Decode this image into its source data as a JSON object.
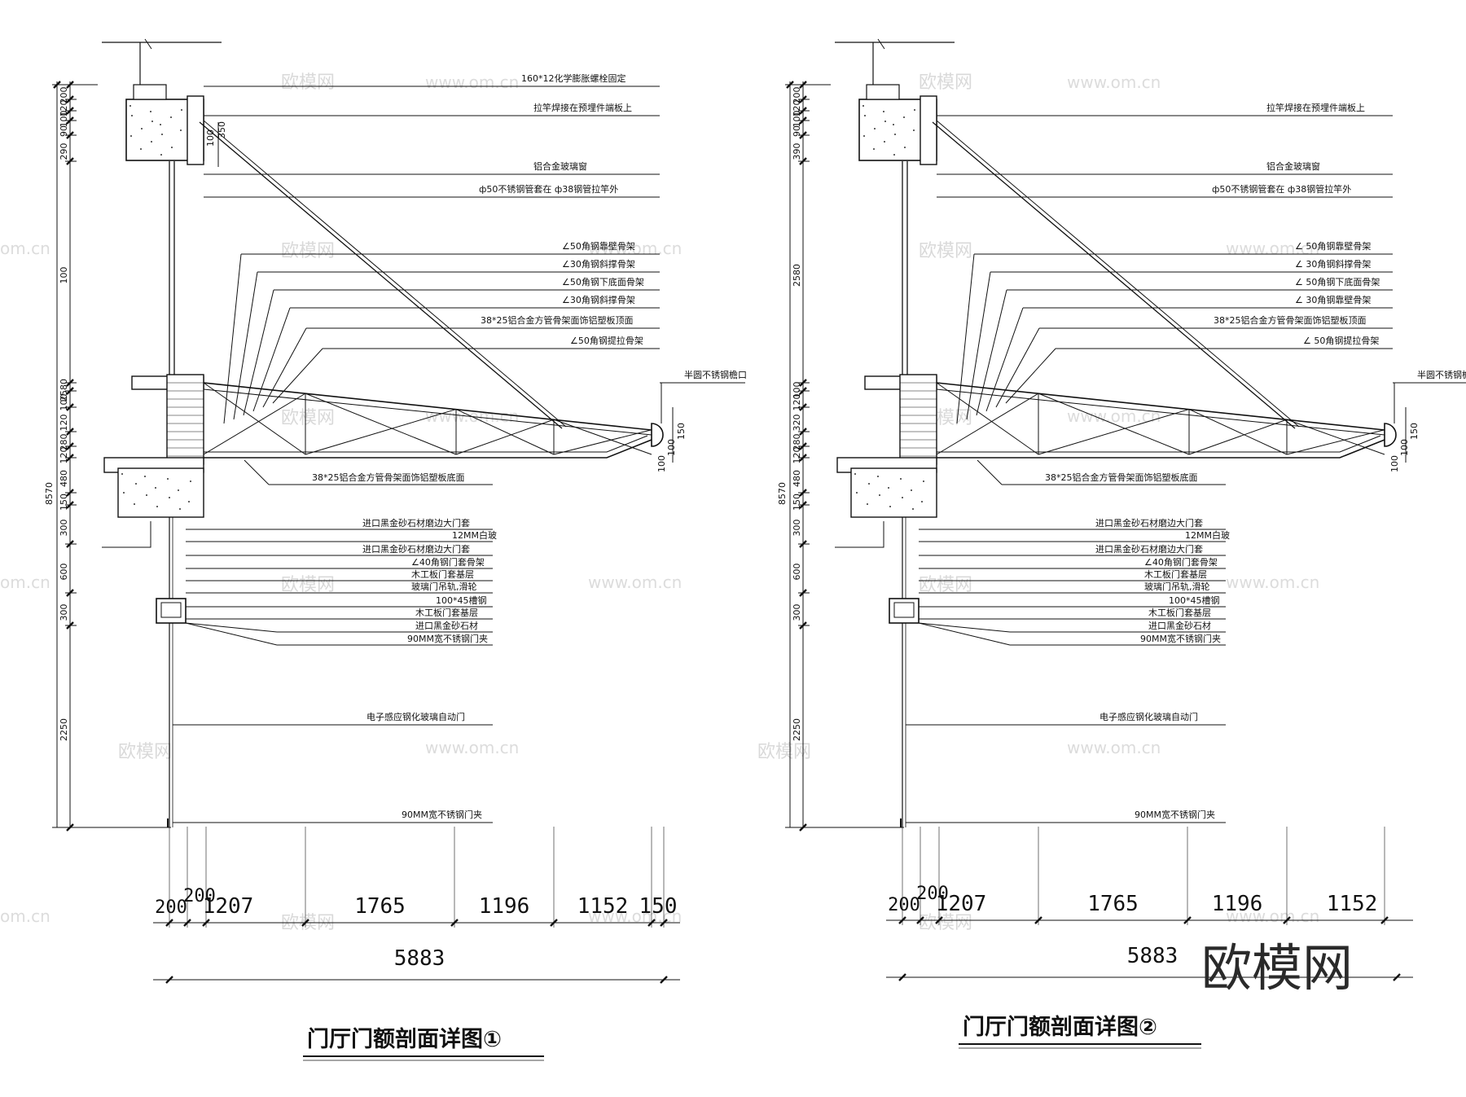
{
  "drawings": [
    {
      "title": "门厅门额剖面详图①",
      "overall_height": "8570",
      "vdims_a": [
        "200",
        "120",
        "100",
        "90",
        "290",
        "100",
        "2580",
        "100",
        "120",
        "280",
        "120",
        "480",
        "150",
        "300",
        "600",
        "300",
        "2250"
      ],
      "vdims_b": [
        "100",
        "350"
      ],
      "vdims_c": [
        "150",
        "100",
        "100"
      ],
      "hdims": [
        "200",
        "200",
        "1207",
        "1765",
        "1196",
        "1152",
        "150"
      ],
      "htotal": "5883",
      "annotations_top": [
        "160*12化学膨胀螺栓固定",
        "拉竿焊接在预埋件端板上",
        "铝合金玻璃窗",
        "ф50不锈钢管套在 ф38钢管拉竿外"
      ],
      "annotations_mid": [
        "∠50角钢靠壁骨架",
        "∠30角钢斜撑骨架",
        "∠50角钢下底面骨架",
        "∠30角钢斜撑骨架",
        "38*25铝合金方管骨架面饰铝塑板顶面",
        "∠50角钢提拉骨架"
      ],
      "annotation_tip": "半圆不锈钢檐口",
      "annotation_bottom_face": "38*25铝合金方管骨架面饰铝塑板底面",
      "annotations_lower": [
        "进口黑金砂石材磨边大门套",
        "12MM白玻",
        "进口黑金砂石材磨边大门套",
        "∠40角钢门套骨架",
        "木工板门套基层",
        "玻璃门吊轨,滑轮",
        "100*45槽钢",
        "木工板门套基层",
        "进口黑金砂石材",
        "90MM宽不锈钢门夹"
      ],
      "annotation_door": "电子感应钢化玻璃自动门",
      "annotation_foot": "90MM宽不锈钢门夹"
    },
    {
      "title": "门厅门额剖面详图②",
      "overall_height": "8570",
      "vdims_a": [
        "200",
        "120",
        "100",
        "90",
        "390",
        "2580",
        "100",
        "120",
        "320",
        "280",
        "120",
        "480",
        "150",
        "300",
        "600",
        "300",
        "2250"
      ],
      "vdims_c": [
        "150",
        "100",
        "100"
      ],
      "hdims": [
        "200",
        "200",
        "1207",
        "1765",
        "1196",
        "1152"
      ],
      "htotal": "5883",
      "annotations_top": [
        "拉竿焊接在预埋件端板上",
        "铝合金玻璃窗",
        "ф50不锈钢管套在 ф38钢管拉竿外"
      ],
      "annotations_mid": [
        "∠ 50角钢靠壁骨架",
        "∠ 30角钢斜撑骨架",
        "∠ 50角钢下底面骨架",
        "∠ 30角钢靠壁骨架",
        "38*25铝合金方管骨架面饰铝塑板顶面",
        "∠ 50角钢提拉骨架"
      ],
      "annotation_tip": "半圆不锈钢檐口",
      "annotation_bottom_face": "38*25铝合金方管骨架面饰铝塑板底面",
      "annotations_lower": [
        "进口黑金砂石材磨边大门套",
        "12MM白玻",
        "进口黑金砂石材磨边大门套",
        "∠40角钢门套骨架",
        "木工板门套基层",
        "玻璃门吊轨,滑轮",
        "100*45槽钢",
        "木工板门套基层",
        "进口黑金砂石材",
        "90MM宽不锈钢门夹"
      ],
      "annotation_door": "电子感应钢化玻璃自动门",
      "annotation_foot": "90MM宽不锈钢门夹"
    }
  ],
  "watermarks": {
    "cn": "欧模网",
    "url": "www.om.cn",
    "url_edge": "om.cn"
  },
  "brand": "欧模网"
}
